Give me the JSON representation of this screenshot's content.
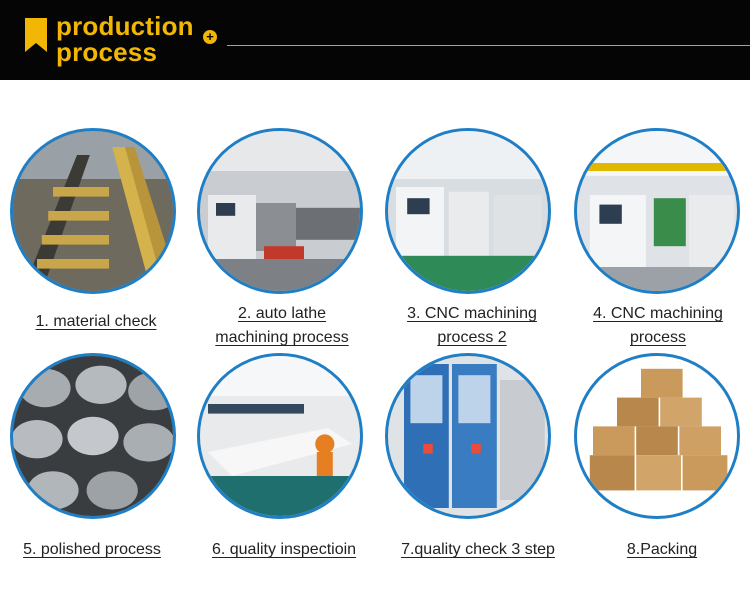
{
  "header": {
    "title_line1": "production",
    "title_line2": "process",
    "plus_symbol": "+",
    "accent_color": "#f2b705",
    "flag_icon": "bookmark-flag-icon"
  },
  "steps": [
    {
      "line1": "1. material check",
      "line2": ""
    },
    {
      "line1": "2. auto lathe",
      "line2": "machining process"
    },
    {
      "line1": "3. CNC machining",
      "line2": "process 2"
    },
    {
      "line1": "4. CNC machining",
      "line2": "process"
    },
    {
      "line1": "5. polished process",
      "line2": ""
    },
    {
      "line1": "6. quality inspectioin",
      "line2": ""
    },
    {
      "line1": "7.quality check 3 step",
      "line2": ""
    },
    {
      "line1": "8.Packing",
      "line2": ""
    }
  ],
  "circle_border_color": "#1e7fc6"
}
